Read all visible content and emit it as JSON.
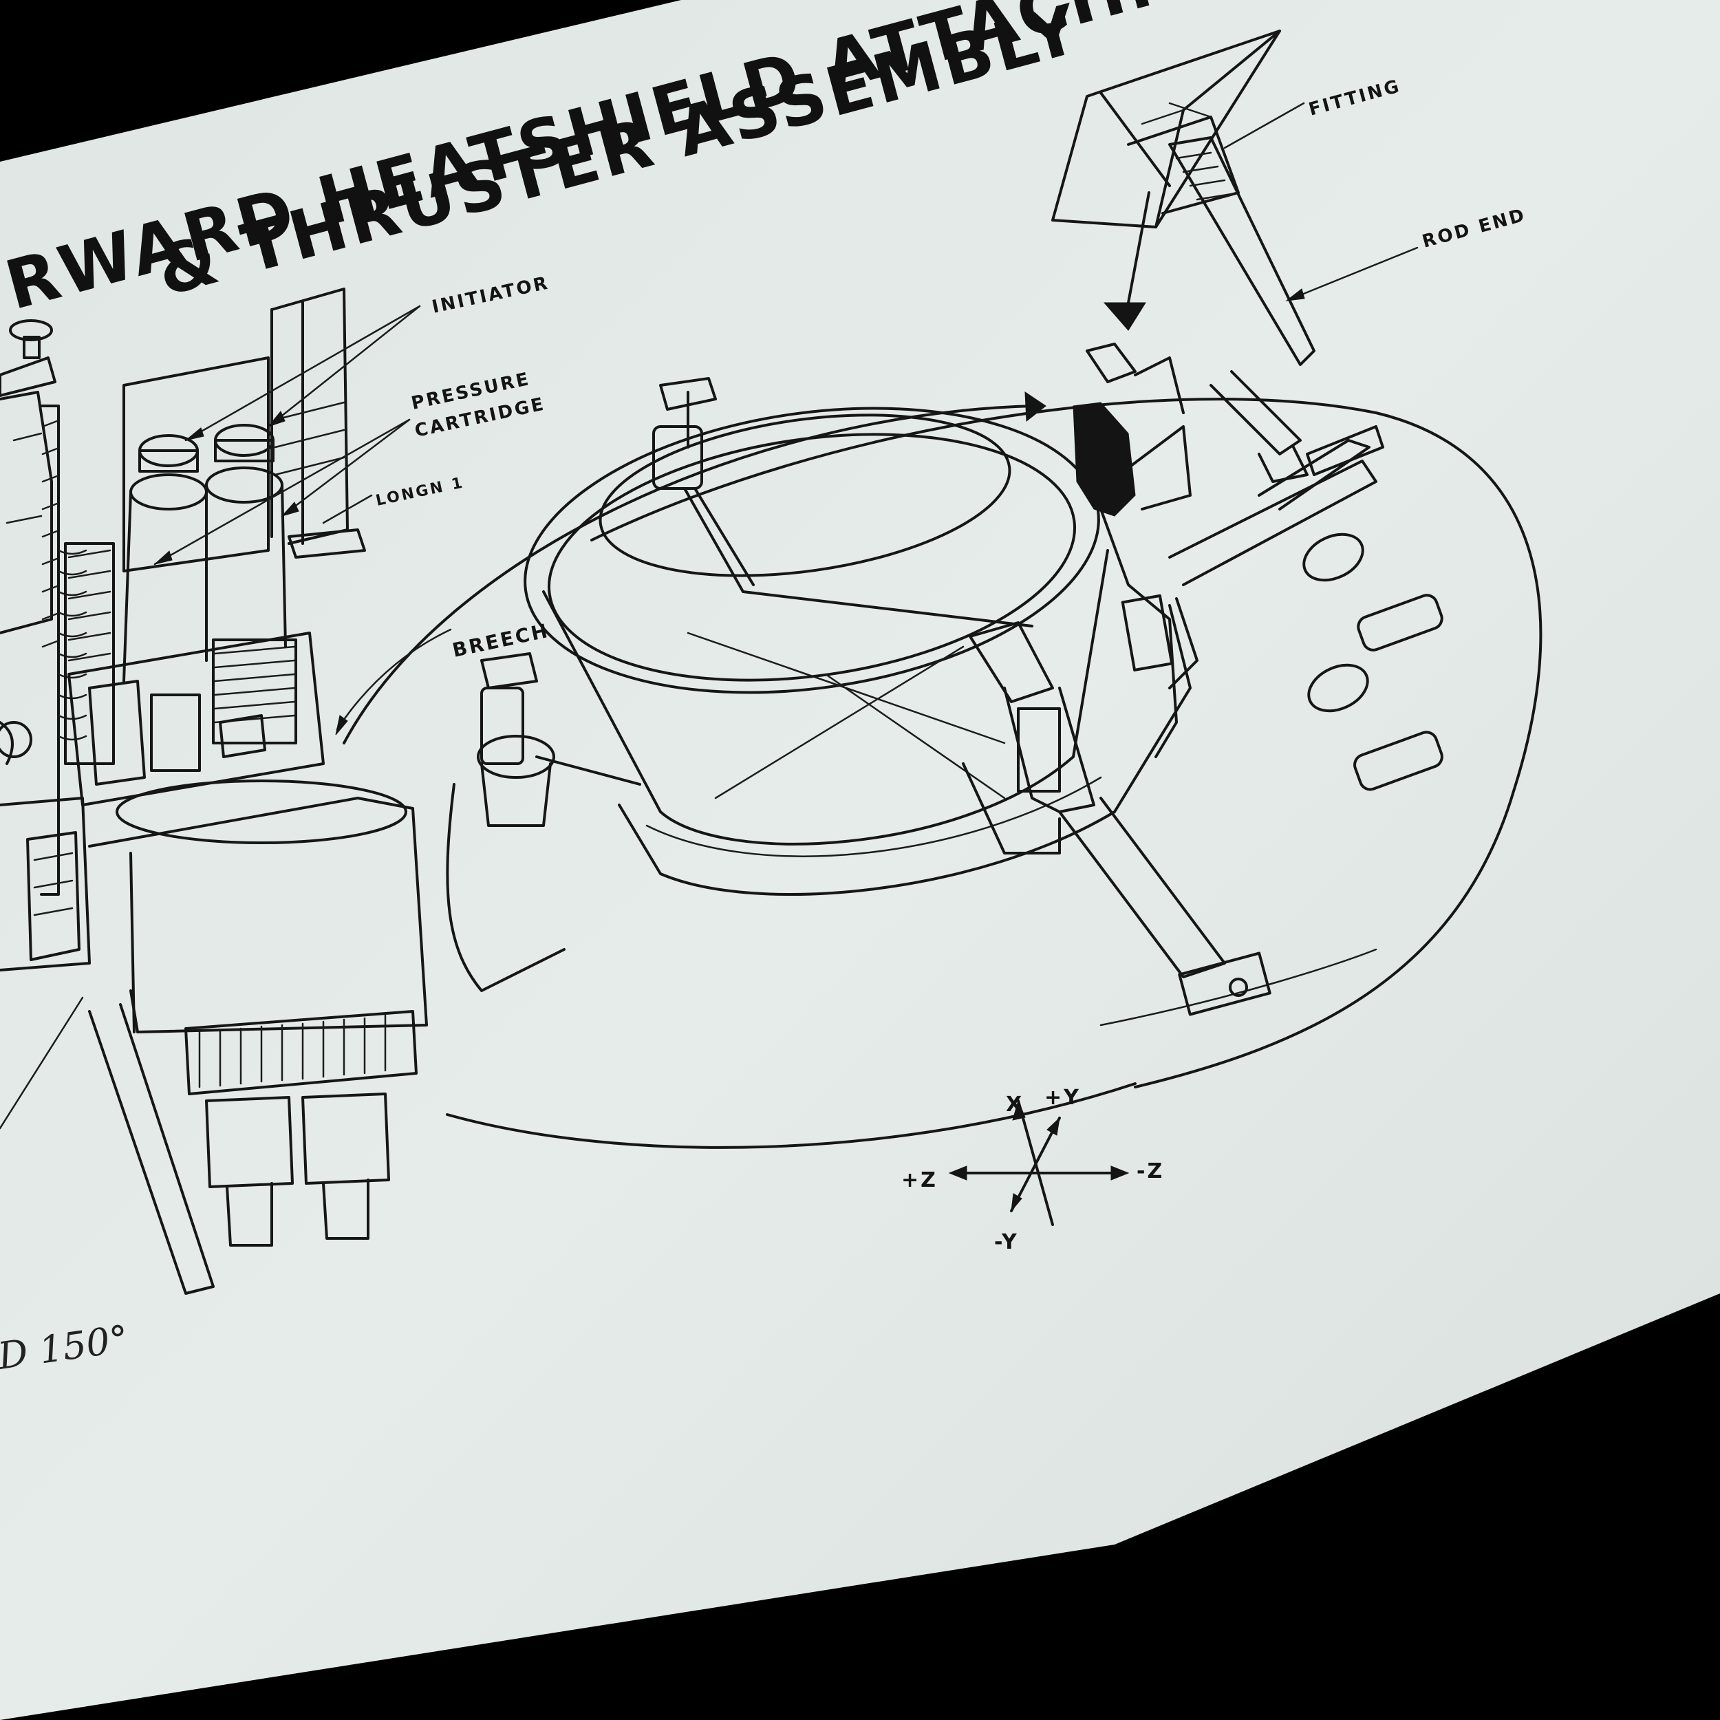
{
  "title": {
    "line1": "RWARD HEATSHIELD ATTACHMEN",
    "line2": "& THRUSTER ASSEMBLY"
  },
  "labels": {
    "fitting": "FITTING",
    "rod_end": "ROD END",
    "initiator": "INITIATOR",
    "pressure": "PRESSURE",
    "cartridge": "CARTRIDGE",
    "longn": "LONGN 1",
    "breech": "BREECH"
  },
  "axes": {
    "x": "X",
    "plus_y": "+Y",
    "plus_z": "+Z",
    "minus_z": "-Z",
    "minus_y": "-Y"
  },
  "annotation": "D 150°",
  "colors": {
    "paper": "#e4ebe9",
    "ink": "#161616",
    "background": "#000000"
  }
}
